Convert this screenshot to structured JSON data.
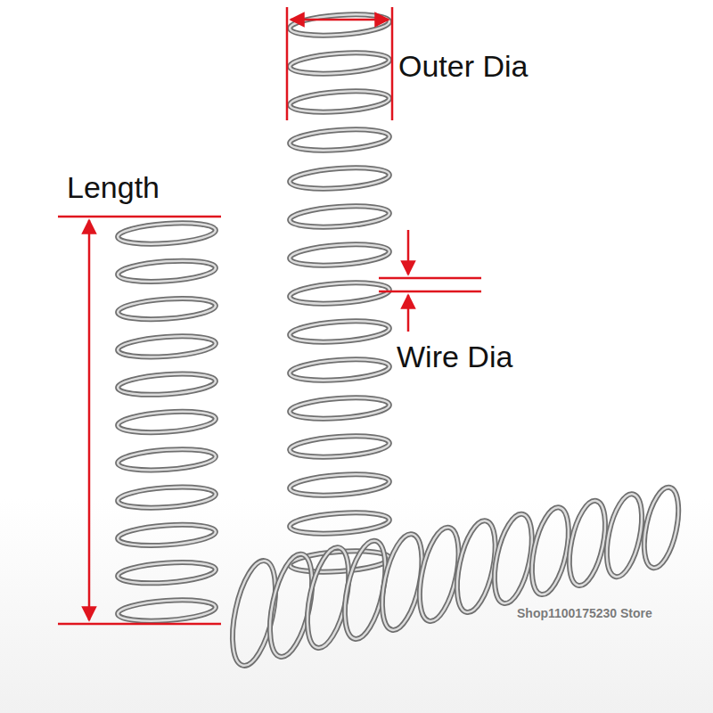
{
  "diagram": {
    "labels": [
      "Outer Dia",
      "Length",
      "Wire Dia",
      "Shop1100175230 Store"
    ]
  }
}
